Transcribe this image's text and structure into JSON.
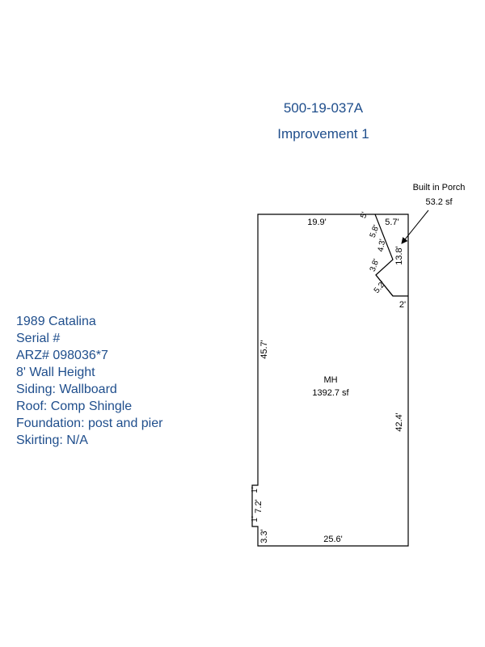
{
  "header": {
    "parcel_number": "500-19-037A",
    "improvement": "Improvement 1"
  },
  "notes": [
    "1989 Catalina",
    "Serial #",
    "ARZ# 098036*7",
    "8' Wall Height",
    "Siding: Wallboard",
    "Roof: Comp Shingle",
    "Foundation: post and pier",
    "Skirting: N/A"
  ],
  "areas": {
    "main": {
      "name": "MH",
      "size": "1392.7 sf"
    },
    "porch": {
      "name": "Built in Porch",
      "size": "53.2 sf"
    }
  },
  "dimensions": {
    "top_main": "19.9'",
    "top_porch": "5.7'",
    "porch_right": "13.8'",
    "porch_bottom": "2'",
    "notch_a": "5'",
    "notch_b": "5.8'",
    "notch_c": "4.3'",
    "notch_d": "3.8'",
    "notch_e": "5.2'",
    "left_main": "45.7'",
    "right_main": "42.4'",
    "bottom": "25.6'",
    "left_lower": "3.3'",
    "jog_height": "7.2'",
    "jog_top": "1'",
    "jog_bottom": "1'"
  },
  "colors": {
    "text_blue": "#1f4e8c",
    "line": "#000000"
  }
}
